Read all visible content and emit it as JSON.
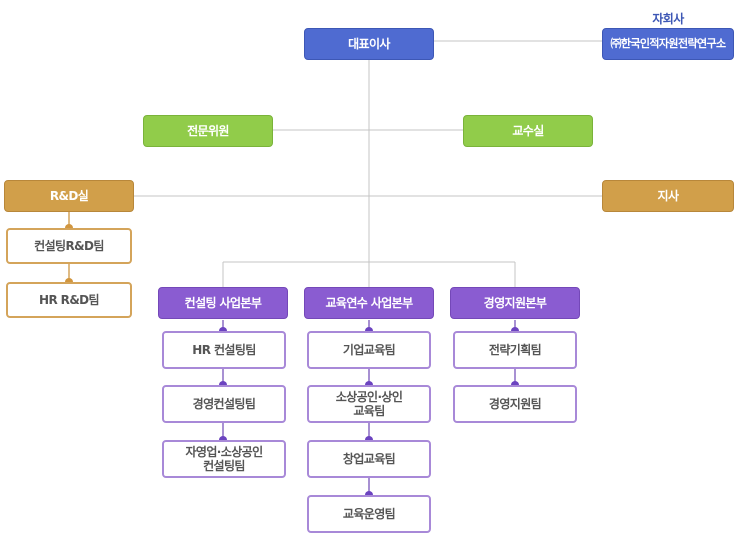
{
  "affiliate_label": "자회사",
  "nodes": {
    "ceo": "대표이사",
    "affiliate": "㈜한국인적자원전략연구소",
    "experts": "전문위원",
    "professors": "교수실",
    "rnd": "R&D실",
    "branch": "지사",
    "rnd_consulting": "컨설팅R&D팀",
    "rnd_hr": "HR R&D팀",
    "div_consulting": "컨설팅 사업본부",
    "div_education": "교육연수 사업본부",
    "div_management": "경영지원본부",
    "team_hr_consulting": "HR 컨설팅팀",
    "team_mgmt_consulting": "경영컨설팅팀",
    "team_smb_consulting_1": "자영업·소상공인",
    "team_smb_consulting_2": "컨설팅팀",
    "team_corporate_edu": "기업교육팀",
    "team_merchant_edu_1": "소상공인·상인",
    "team_merchant_edu_2": "교육팀",
    "team_startup_edu": "창업교육팀",
    "team_edu_operation": "교육운영팀",
    "team_strategy": "전략기획팀",
    "team_mgmt_support": "경영지원팀"
  },
  "colors": {
    "ceo": "#4f6bd1",
    "green": "#91cc4a",
    "gold": "#d19f4a",
    "purple": "#8a5cd1",
    "line": "#bbbbbb"
  }
}
